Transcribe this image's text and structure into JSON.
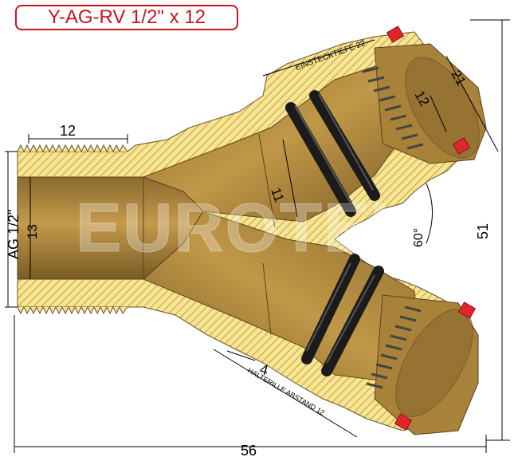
{
  "title": "Y-AG-RV 1/2\" x 12",
  "watermark": "EUROTEK",
  "dimensions": {
    "thread_length": "12",
    "thread_label": "AG 1/2\"",
    "inner_bore": "13",
    "branch_bore": "11",
    "insert_depth_label": "EINSTECKTIEFE 22",
    "outer_diameter": "21",
    "pipe_diameter": "12",
    "angle": "60°",
    "height": "51",
    "total_length": "56",
    "groove_width": "4",
    "groove_label": "HALTERILLE ABSTAND 12"
  },
  "colors": {
    "title": "#c8141e",
    "brass": "#b98d3e",
    "section": "#f2e08a",
    "hatch": "#c9a13a",
    "dark_brass": "#6b4f22",
    "red_cap": "#e0262d"
  }
}
